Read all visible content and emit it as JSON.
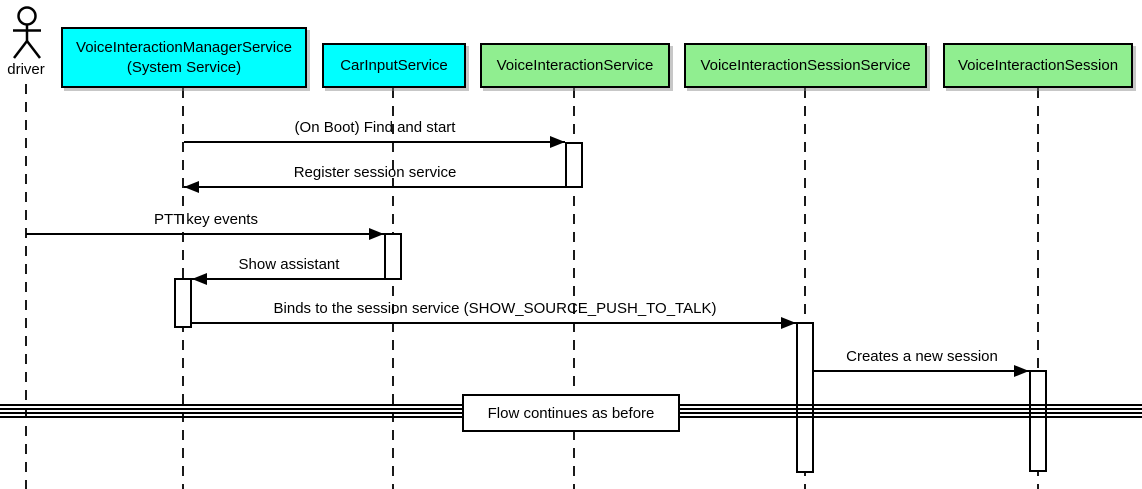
{
  "diagram_type": "uml-sequence",
  "actor": {
    "label": "driver"
  },
  "participants": [
    {
      "id": "VoiceInteractionManagerService",
      "label": "VoiceInteractionManagerService\n(System Service)",
      "fill": "#00FFFF"
    },
    {
      "id": "CarInputService",
      "label": "CarInputService",
      "fill": "#00FFFF"
    },
    {
      "id": "VoiceInteractionService",
      "label": "VoiceInteractionService",
      "fill": "#90EE90"
    },
    {
      "id": "VoiceInteractionSessionService",
      "label": "VoiceInteractionSessionService",
      "fill": "#90EE90"
    },
    {
      "id": "VoiceInteractionSession",
      "label": "VoiceInteractionSession",
      "fill": "#90EE90"
    }
  ],
  "messages": [
    {
      "label": "(On Boot) Find and start",
      "from": "VoiceInteractionManagerService",
      "to": "VoiceInteractionService",
      "direction": "right"
    },
    {
      "label": "Register session service",
      "from": "VoiceInteractionService",
      "to": "VoiceInteractionManagerService",
      "direction": "left"
    },
    {
      "label": "PTT key events",
      "from": "driver",
      "to": "CarInputService",
      "direction": "right"
    },
    {
      "label": "Show assistant",
      "from": "CarInputService",
      "to": "VoiceInteractionManagerService",
      "direction": "left"
    },
    {
      "label": "Binds to the session service (SHOW_SOURCE_PUSH_TO_TALK)",
      "from": "VoiceInteractionManagerService",
      "to": "VoiceInteractionSessionService",
      "direction": "right"
    },
    {
      "label": "Creates a new session",
      "from": "VoiceInteractionSessionService",
      "to": "VoiceInteractionSession",
      "direction": "right"
    }
  ],
  "divider": {
    "label": "Flow continues as before"
  },
  "colors": {
    "line": "#000000",
    "background": "#FFFFFF",
    "cyan": "#00FFFF",
    "green": "#90EE90"
  }
}
